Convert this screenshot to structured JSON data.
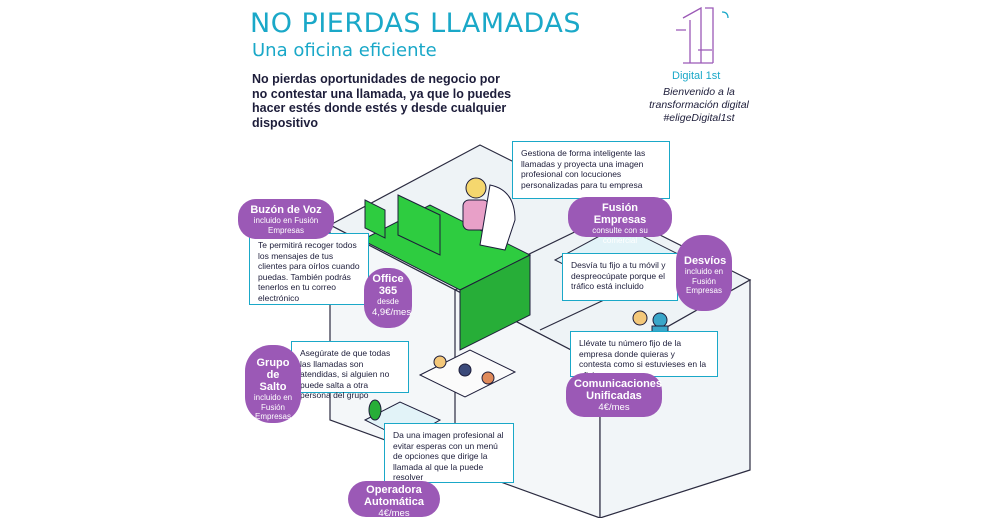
{
  "header": {
    "title": "NO PIERDAS LLAMADAS",
    "subtitle": "Una oficina eficiente",
    "lead": "No pierdas oportunidades de negocio por no contestar una llamada, ya que lo puedes hacer estés donde estés y desde cualquier dispositivo"
  },
  "brand": {
    "name": "Digital 1st",
    "tag_line1": "Bienvenido a la",
    "tag_line2": "transformación digital",
    "tag_line3": "#eligeDigital1st"
  },
  "colors": {
    "accent": "#1aa8c8",
    "purple": "#9b59b6",
    "green": "#2ecc40",
    "dark": "#1d1d3a"
  },
  "callouts": {
    "fusion_desc": "Gestiona de forma inteligente las llamadas y proyecta una imagen profesional con locuciones personalizadas para tu empresa",
    "buzon_desc": "Te permitirá recoger todos los mensajes de tus clientes para oírlos cuando puedas. También podrás tenerlos en tu correo electrónico",
    "desvios_desc": "Desvía tu fijo a tu móvil y despreocúpate porque el tráfico está incluido",
    "comunicaciones_desc": "Llévate tu número fijo de la empresa donde quieras y contesta como si estuvieses en la oficina",
    "grupo_desc": "Asegúrate de que todas las llamadas son atendidas, si alguien no puede salta a otra persona del grupo",
    "operadora_desc": "Da una imagen profesional al evitar esperas con un menú de opciones que dirige la llamada al que la puede resolver"
  },
  "labels": {
    "buzon": {
      "title": "Buzón de Voz",
      "sub": "incluido en Fusión Empresas"
    },
    "fusion": {
      "title": "Fusión Empresas",
      "sub": "consulte con su comercial"
    },
    "desvios": {
      "title": "Desvíos",
      "sub": "incluido en Fusión Empresas"
    },
    "office": {
      "title": "Office 365",
      "sub": "desde",
      "price": "4,9€/mes"
    },
    "grupo": {
      "title": "Grupo de Salto",
      "sub": "incluido en Fusión Empresas"
    },
    "comunicaciones": {
      "title": "Comunicaciones Unificadas",
      "price": "4€/mes"
    },
    "operadora": {
      "title": "Operadora Automática",
      "price": "4€/mes"
    }
  }
}
